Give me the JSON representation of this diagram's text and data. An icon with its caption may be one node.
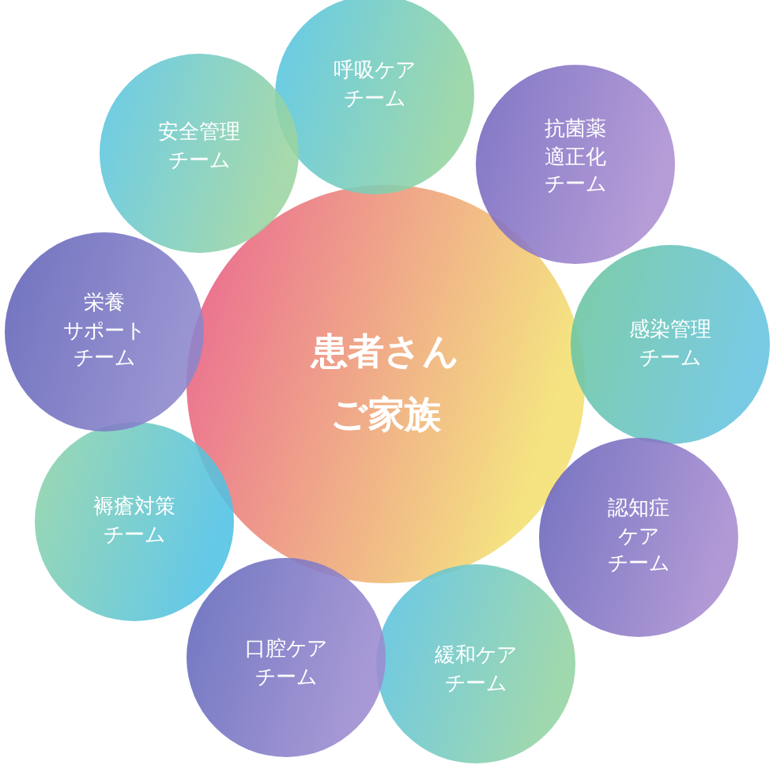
{
  "diagram": {
    "nodes": [
      {
        "text": [
          "患者さんご家族"
        ]
      },
      {
        "text": [
          "呼吸ケアチーム"
        ]
      },
      {
        "text": [
          "抗菌薬適正化チーム"
        ]
      },
      {
        "text": [
          "感染管理チーム"
        ]
      },
      {
        "text": [
          "認知症ケアチーム"
        ]
      },
      {
        "text": [
          "緩和ケアチーム"
        ]
      },
      {
        "text": [
          "口腔ケアチーム"
        ]
      },
      {
        "text": [
          "褥瘡対策チーム"
        ]
      },
      {
        "text": [
          "栄養サポートチーム"
        ]
      },
      {
        "text": [
          "安全管理チーム"
        ]
      }
    ],
    "edges": []
  }
}
